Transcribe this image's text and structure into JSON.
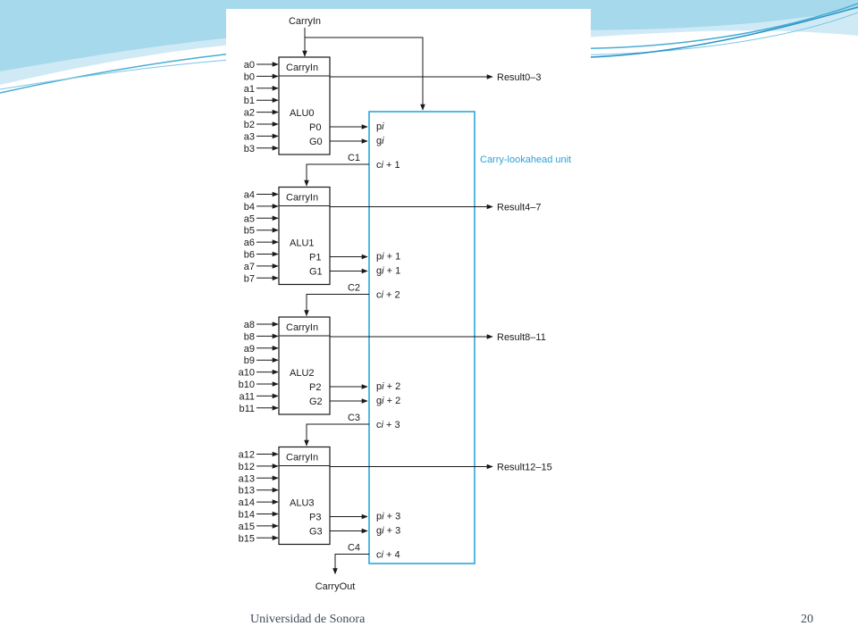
{
  "slide": {
    "footer_left": "Universidad de Sonora",
    "page_number": "20"
  },
  "colors": {
    "cla_border": "#29a6dc",
    "cla_label": "#2aa3d8",
    "wave_light": "#cfeaf5",
    "wave_mid": "#9ad3ea",
    "wave_dark": "#49acd5"
  },
  "diagram": {
    "top_carry_in": "CarryIn",
    "carry_out": "CarryOut",
    "cla_label": "Carry-lookahead unit",
    "alus": [
      {
        "name": "ALU0",
        "carry_in": "CarryIn",
        "inputs": [
          "a0",
          "b0",
          "a1",
          "b1",
          "a2",
          "b2",
          "a3",
          "b3"
        ],
        "p": "P0",
        "g": "G0",
        "result": "Result0–3",
        "cla_p": [
          "p",
          "i",
          ""
        ],
        "cla_g": [
          "g",
          "i",
          ""
        ],
        "carry": "C1",
        "cla_c": [
          "c",
          "i",
          " + 1"
        ]
      },
      {
        "name": "ALU1",
        "carry_in": "CarryIn",
        "inputs": [
          "a4",
          "b4",
          "a5",
          "b5",
          "a6",
          "b6",
          "a7",
          "b7"
        ],
        "p": "P1",
        "g": "G1",
        "result": "Result4–7",
        "cla_p": [
          "p",
          "i",
          " + 1"
        ],
        "cla_g": [
          "g",
          "i",
          " + 1"
        ],
        "carry": "C2",
        "cla_c": [
          "c",
          "i",
          " + 2"
        ]
      },
      {
        "name": "ALU2",
        "carry_in": "CarryIn",
        "inputs": [
          "a8",
          "b8",
          "a9",
          "b9",
          "a10",
          "b10",
          "a11",
          "b11"
        ],
        "p": "P2",
        "g": "G2",
        "result": "Result8–11",
        "cla_p": [
          "p",
          "i",
          " + 2"
        ],
        "cla_g": [
          "g",
          "i",
          " + 2"
        ],
        "carry": "C3",
        "cla_c": [
          "c",
          "i",
          " + 3"
        ]
      },
      {
        "name": "ALU3",
        "carry_in": "CarryIn",
        "inputs": [
          "a12",
          "b12",
          "a13",
          "b13",
          "a14",
          "b14",
          "a15",
          "b15"
        ],
        "p": "P3",
        "g": "G3",
        "result": "Result12–15",
        "cla_p": [
          "p",
          "i",
          " + 3"
        ],
        "cla_g": [
          "g",
          "i",
          " + 3"
        ],
        "carry": "C4",
        "cla_c": [
          "c",
          "i",
          " + 4"
        ]
      }
    ]
  }
}
